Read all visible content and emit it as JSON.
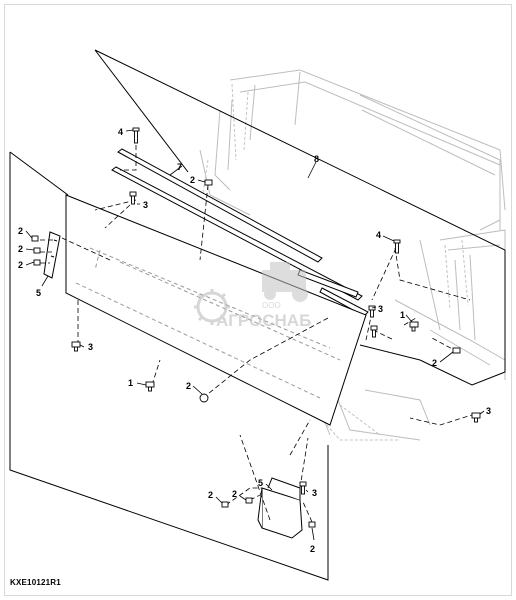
{
  "figure_code": "KXE10121R1",
  "watermark": {
    "small_text": "ООО",
    "brand_text": "АГРОСНАБ"
  },
  "callouts": {
    "c4a": "4",
    "c7": "7",
    "c8": "8",
    "c2a": "2",
    "c3a": "3",
    "c2b": "2",
    "c2c": "2",
    "c2d": "2",
    "c5a": "5",
    "c4b": "4",
    "c3b": "3",
    "c1a": "1",
    "c3c": "3",
    "c1b": "1",
    "c2e": "2",
    "c2f": "2",
    "c3d": "3",
    "c5b": "5",
    "c3e": "3",
    "c2g": "2",
    "c2h": "2",
    "c2i": "2"
  }
}
